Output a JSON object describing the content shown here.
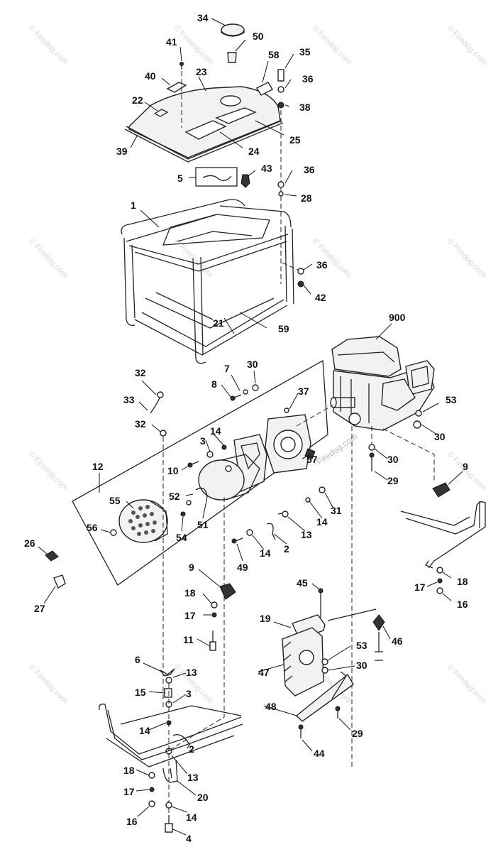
{
  "watermark": {
    "text": "© Firedog.com",
    "center_text": "Firedog.com"
  },
  "callouts": [
    "34",
    "50",
    "41",
    "58",
    "35",
    "40",
    "23",
    "36",
    "22",
    "38",
    "25",
    "39",
    "24",
    "5",
    "43",
    "36",
    "28",
    "1",
    "36",
    "42",
    "21",
    "59",
    "900",
    "32",
    "7",
    "30",
    "8",
    "37",
    "33",
    "53",
    "32",
    "14",
    "3",
    "30",
    "12",
    "10",
    "57",
    "30",
    "29",
    "9",
    "52",
    "55",
    "51",
    "31",
    "54",
    "14",
    "56",
    "13",
    "26",
    "2",
    "14",
    "49",
    "27",
    "9",
    "18",
    "18",
    "17",
    "17",
    "16",
    "45",
    "11",
    "19",
    "46",
    "6",
    "13",
    "53",
    "47",
    "30",
    "15",
    "3",
    "48",
    "14",
    "29",
    "2",
    "13",
    "44",
    "18",
    "20",
    "17",
    "16",
    "14",
    "4"
  ]
}
